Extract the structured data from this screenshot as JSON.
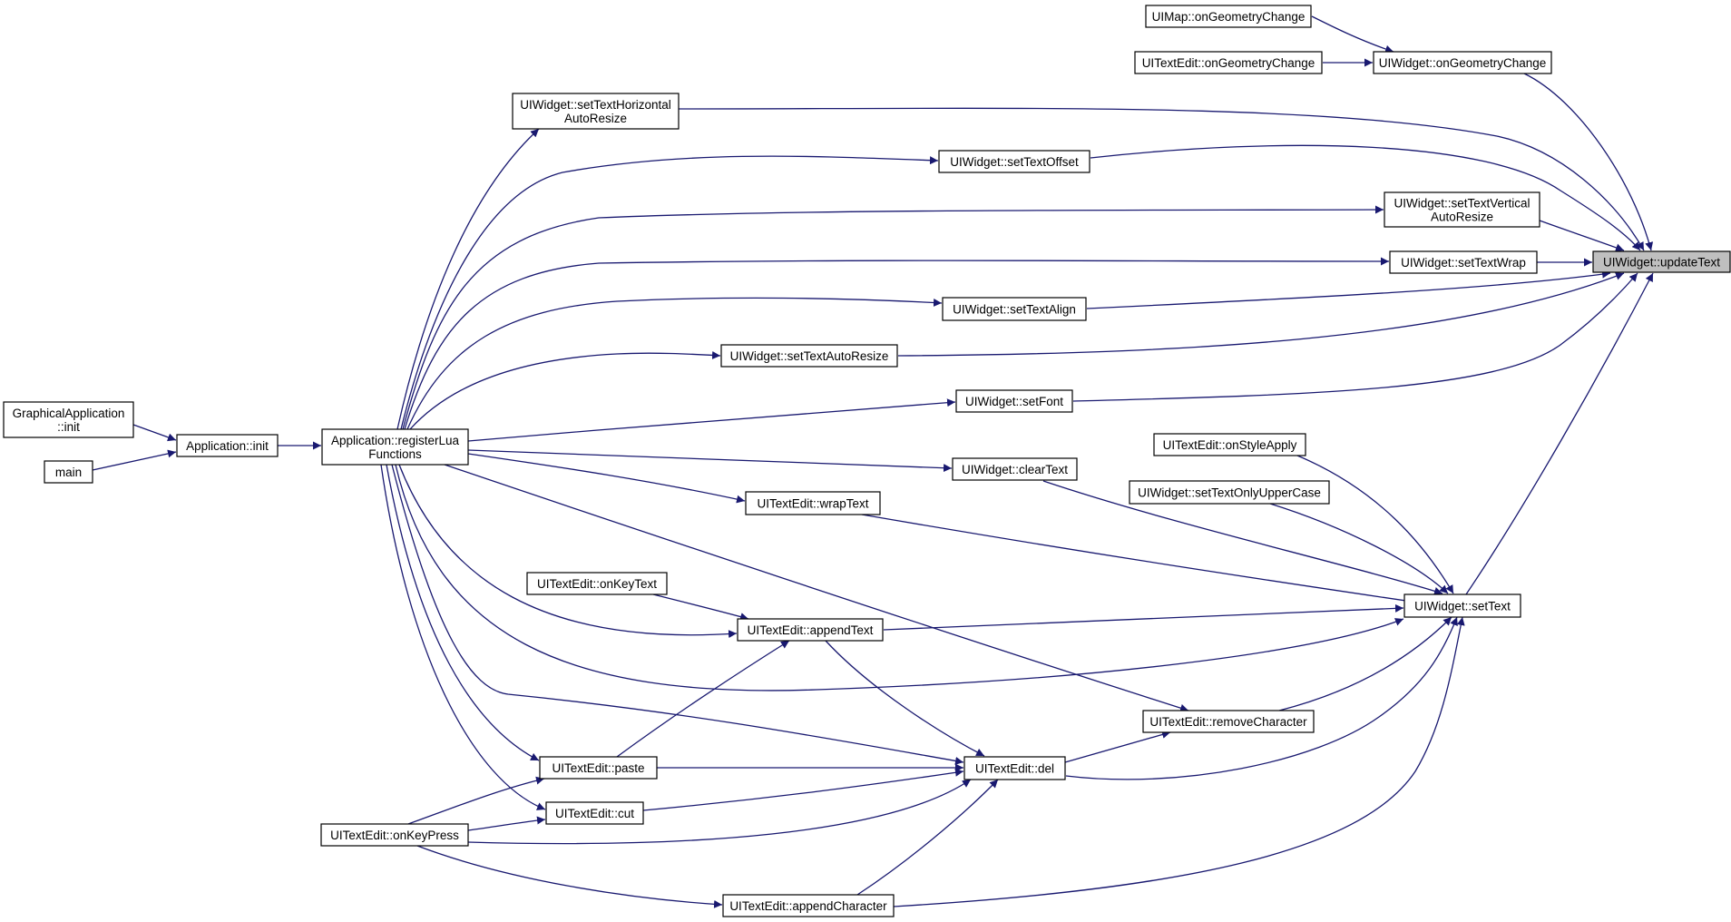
{
  "graph": {
    "edge_color": "#191970",
    "highlight_fill": "#bfbfbf",
    "nodes": [
      {
        "id": "updateText",
        "lines": [
          "UIWidget::updateText"
        ],
        "highlight": true
      },
      {
        "id": "uimapGeom",
        "lines": [
          "UIMap::onGeometryChange"
        ]
      },
      {
        "id": "uiteGeom",
        "lines": [
          "UITextEdit::onGeometryChange"
        ]
      },
      {
        "id": "uiwGeom",
        "lines": [
          "UIWidget::onGeometryChange"
        ]
      },
      {
        "id": "setTextHAR",
        "lines": [
          "UIWidget::setTextHorizontal",
          "AutoResize"
        ]
      },
      {
        "id": "setTextOffset",
        "lines": [
          "UIWidget::setTextOffset"
        ]
      },
      {
        "id": "setTextVAR",
        "lines": [
          "UIWidget::setTextVertical",
          "AutoResize"
        ]
      },
      {
        "id": "setTextWrap",
        "lines": [
          "UIWidget::setTextWrap"
        ]
      },
      {
        "id": "setTextAlign",
        "lines": [
          "UIWidget::setTextAlign"
        ]
      },
      {
        "id": "setTextAutoResize",
        "lines": [
          "UIWidget::setTextAutoResize"
        ]
      },
      {
        "id": "setFont",
        "lines": [
          "UIWidget::setFont"
        ]
      },
      {
        "id": "gaInit",
        "lines": [
          "GraphicalApplication",
          "::init"
        ]
      },
      {
        "id": "appInit",
        "lines": [
          "Application::init"
        ]
      },
      {
        "id": "main",
        "lines": [
          "main"
        ]
      },
      {
        "id": "regLua",
        "lines": [
          "Application::registerLua",
          "Functions"
        ]
      },
      {
        "id": "onStyleApply",
        "lines": [
          "UITextEdit::onStyleApply"
        ]
      },
      {
        "id": "clearText",
        "lines": [
          "UIWidget::clearText"
        ]
      },
      {
        "id": "setTextOUC",
        "lines": [
          "UIWidget::setTextOnlyUpperCase"
        ]
      },
      {
        "id": "wrapText",
        "lines": [
          "UITextEdit::wrapText"
        ]
      },
      {
        "id": "onKeyText",
        "lines": [
          "UITextEdit::onKeyText"
        ]
      },
      {
        "id": "setText",
        "lines": [
          "UIWidget::setText"
        ]
      },
      {
        "id": "appendText",
        "lines": [
          "UITextEdit::appendText"
        ]
      },
      {
        "id": "removeChar",
        "lines": [
          "UITextEdit::removeCharacter"
        ]
      },
      {
        "id": "paste",
        "lines": [
          "UITextEdit::paste"
        ]
      },
      {
        "id": "del",
        "lines": [
          "UITextEdit::del"
        ]
      },
      {
        "id": "cut",
        "lines": [
          "UITextEdit::cut"
        ]
      },
      {
        "id": "onKeyPress",
        "lines": [
          "UITextEdit::onKeyPress"
        ]
      },
      {
        "id": "appendChar",
        "lines": [
          "UITextEdit::appendCharacter"
        ]
      }
    ],
    "edges": [
      {
        "from": "uimapGeom",
        "to": "uiwGeom"
      },
      {
        "from": "uiteGeom",
        "to": "uiwGeom"
      },
      {
        "from": "uiwGeom",
        "to": "updateText"
      },
      {
        "from": "setTextHAR",
        "to": "updateText"
      },
      {
        "from": "setTextOffset",
        "to": "updateText"
      },
      {
        "from": "setTextVAR",
        "to": "updateText"
      },
      {
        "from": "setTextWrap",
        "to": "updateText"
      },
      {
        "from": "setTextAlign",
        "to": "updateText"
      },
      {
        "from": "setTextAutoResize",
        "to": "updateText"
      },
      {
        "from": "setFont",
        "to": "updateText"
      },
      {
        "from": "setText",
        "to": "updateText"
      },
      {
        "from": "gaInit",
        "to": "appInit"
      },
      {
        "from": "main",
        "to": "appInit"
      },
      {
        "from": "appInit",
        "to": "regLua"
      },
      {
        "from": "regLua",
        "to": "setTextHAR"
      },
      {
        "from": "regLua",
        "to": "setTextOffset"
      },
      {
        "from": "regLua",
        "to": "setTextVAR"
      },
      {
        "from": "regLua",
        "to": "setTextWrap"
      },
      {
        "from": "regLua",
        "to": "setTextAlign"
      },
      {
        "from": "regLua",
        "to": "setTextAutoResize"
      },
      {
        "from": "regLua",
        "to": "setFont"
      },
      {
        "from": "regLua",
        "to": "clearText"
      },
      {
        "from": "regLua",
        "to": "wrapText"
      },
      {
        "from": "regLua",
        "to": "appendText"
      },
      {
        "from": "regLua",
        "to": "setText"
      },
      {
        "from": "regLua",
        "to": "removeChar"
      },
      {
        "from": "regLua",
        "to": "del"
      },
      {
        "from": "regLua",
        "to": "paste"
      },
      {
        "from": "regLua",
        "to": "cut"
      },
      {
        "from": "onStyleApply",
        "to": "setText"
      },
      {
        "from": "setTextOUC",
        "to": "setText"
      },
      {
        "from": "clearText",
        "to": "setText"
      },
      {
        "from": "wrapText",
        "to": "setText"
      },
      {
        "from": "onKeyText",
        "to": "appendText"
      },
      {
        "from": "appendText",
        "to": "setText"
      },
      {
        "from": "appendText",
        "to": "del"
      },
      {
        "from": "removeChar",
        "to": "setText"
      },
      {
        "from": "del",
        "to": "removeChar"
      },
      {
        "from": "del",
        "to": "setText"
      },
      {
        "from": "paste",
        "to": "appendText"
      },
      {
        "from": "paste",
        "to": "del"
      },
      {
        "from": "cut",
        "to": "del"
      },
      {
        "from": "onKeyPress",
        "to": "paste"
      },
      {
        "from": "onKeyPress",
        "to": "cut"
      },
      {
        "from": "onKeyPress",
        "to": "del"
      },
      {
        "from": "onKeyPress",
        "to": "appendChar"
      },
      {
        "from": "appendChar",
        "to": "del"
      },
      {
        "from": "appendChar",
        "to": "setText"
      }
    ]
  }
}
